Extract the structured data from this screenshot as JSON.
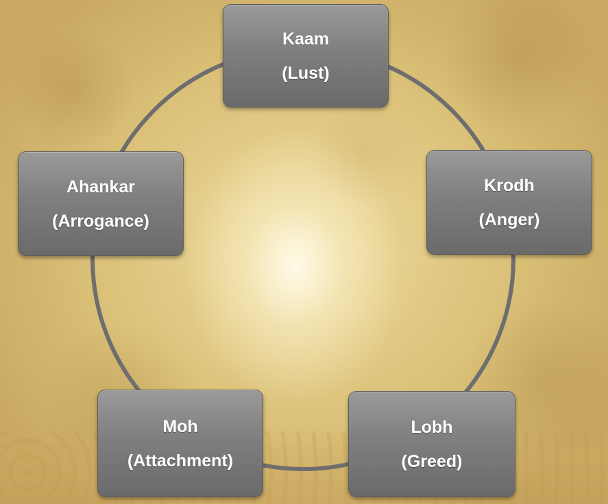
{
  "diagram": {
    "nodes": [
      {
        "id": "kaam",
        "name": "Kaam",
        "meaning": "(Lust)"
      },
      {
        "id": "krodh",
        "name": "Krodh",
        "meaning": "(Anger)"
      },
      {
        "id": "lobh",
        "name": "Lobh",
        "meaning": "(Greed)"
      },
      {
        "id": "moh",
        "name": "Moh",
        "meaning": "(Attachment)"
      },
      {
        "id": "ahankar",
        "name": "Ahankar",
        "meaning": "(Arrogance)"
      }
    ],
    "colors": {
      "node_fill": "#7f7f7f",
      "node_text": "#ffffff",
      "ring_stroke": "#6e6e6e",
      "background": "#dcc27a"
    }
  }
}
